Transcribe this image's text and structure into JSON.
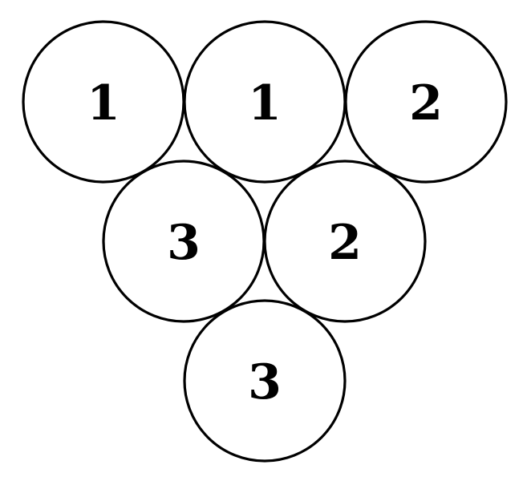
{
  "diagram": {
    "circles": [
      {
        "label": "1"
      },
      {
        "label": "1"
      },
      {
        "label": "2"
      },
      {
        "label": "3"
      },
      {
        "label": "2"
      },
      {
        "label": "3"
      }
    ]
  }
}
